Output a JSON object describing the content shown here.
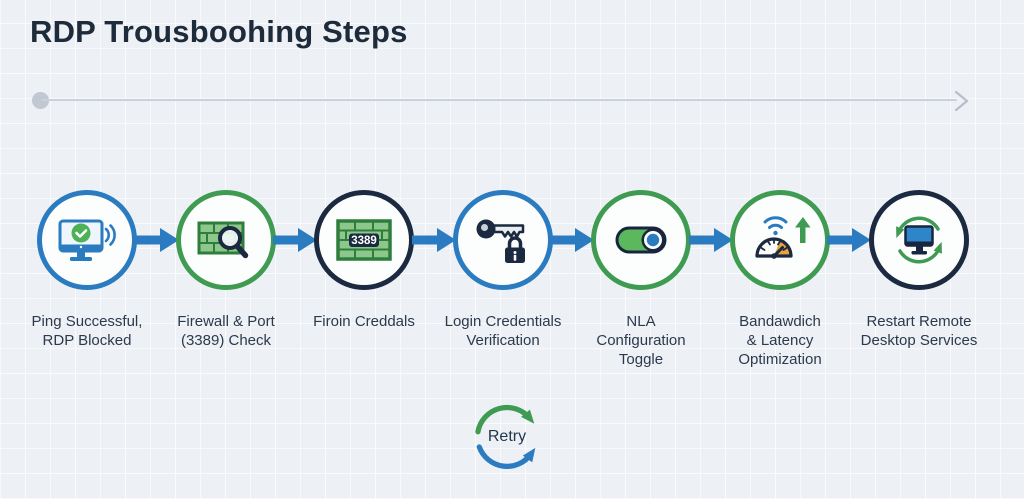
{
  "title": "RDP Trousboohing Steps",
  "steps": [
    {
      "label": "Ping Successful,\nRDP Blocked",
      "icon": "monitor-check-signal-icon",
      "ring_color": "#2a7bc0"
    },
    {
      "label": "Firewall & Port\n(3389) Check",
      "icon": "firewall-magnifier-icon",
      "ring_color": "#3f9b51"
    },
    {
      "label": "Firoin Creddals",
      "icon": "firewall-port-icon",
      "ring_color": "#1b2a40",
      "port": "3389"
    },
    {
      "label": "Login Credentials\nVerification",
      "icon": "key-lock-icon",
      "ring_color": "#2a7bc0"
    },
    {
      "label": "NLA\nConfiguration\nToggle",
      "icon": "toggle-on-icon",
      "ring_color": "#3f9b51"
    },
    {
      "label": "Bandawdich\n& Latency\nOptimization",
      "icon": "bandwidth-gauge-icon",
      "ring_color": "#3f9b51"
    },
    {
      "label": "Restart Remote\nDesktop Services",
      "icon": "monitor-refresh-icon",
      "ring_color": "#1b2a40"
    }
  ],
  "retry": {
    "label": "Retry"
  },
  "colors": {
    "blue": "#2a7bc0",
    "green": "#3f9b51",
    "dark_navy": "#1b2a40",
    "toggle_green": "#5cb85c",
    "brick_green": "#8dc78b",
    "brick_border": "#2e7d3c",
    "orange": "#e8a33d",
    "check_green": "#4cb157",
    "background": "#edf0f5",
    "timeline_gray": "#c2c8d2",
    "title_text": "#1d2b3a",
    "label_text": "#2c3a4c"
  }
}
